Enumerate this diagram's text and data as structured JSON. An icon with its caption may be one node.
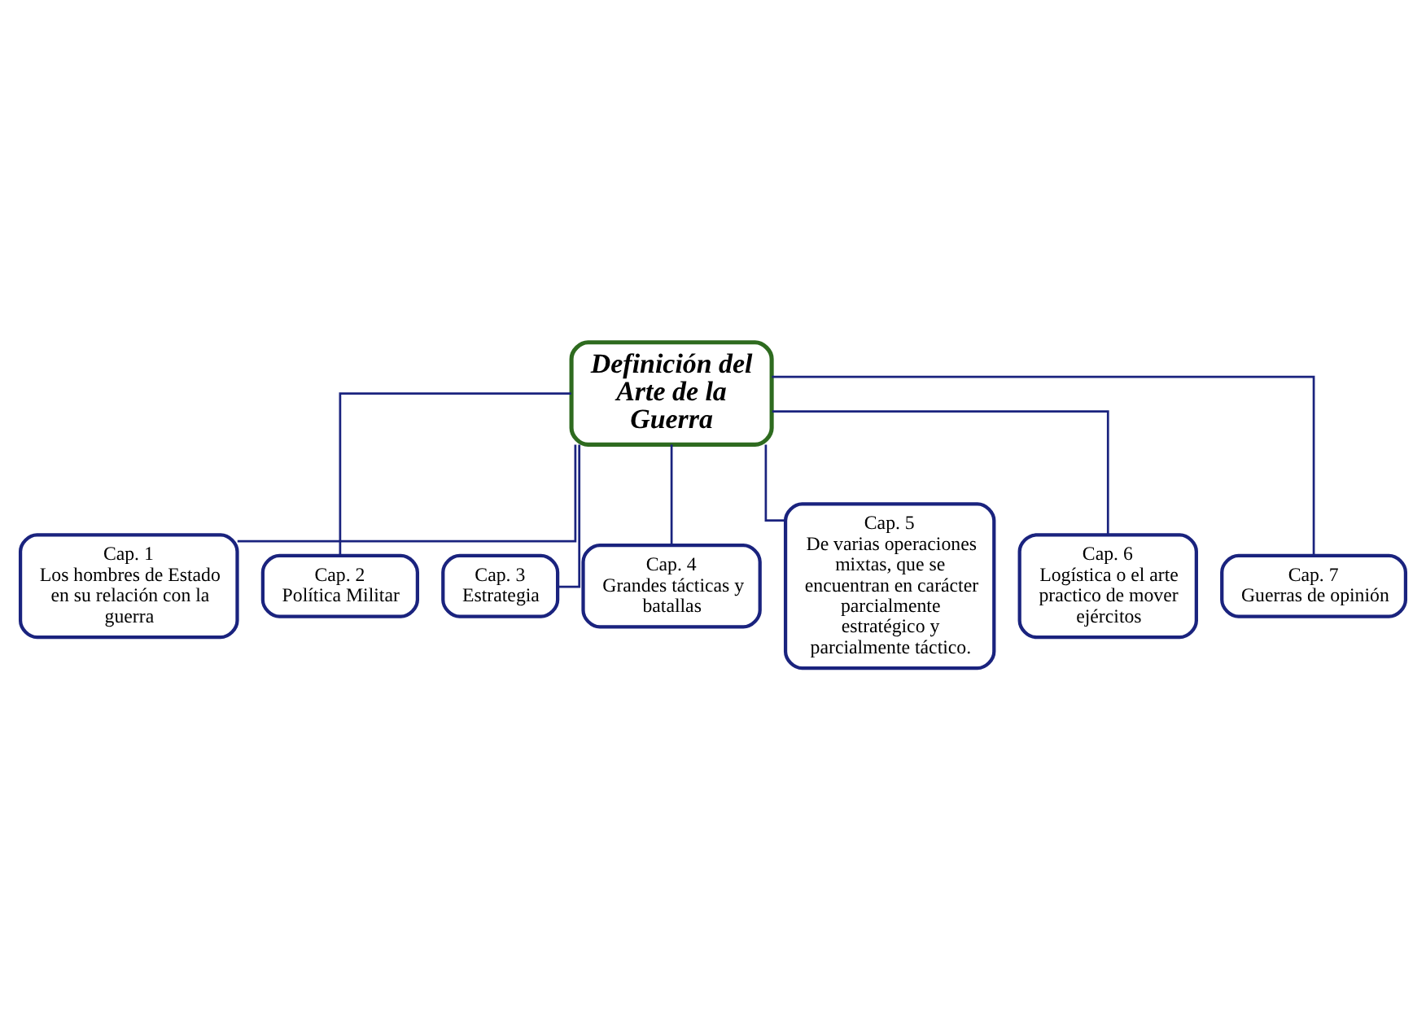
{
  "diagram": {
    "nodes": [
      {
        "text": [
          "Definición del Arte de la Guerra"
        ]
      },
      {
        "text": [
          "Cap. 1",
          "Los hombres de Estado en su relación con la guerra"
        ]
      },
      {
        "text": [
          "Cap. 2",
          "Política Militar"
        ]
      },
      {
        "text": [
          "Cap. 3",
          "Estrategia"
        ]
      },
      {
        "text": [
          "Cap. 4",
          "Grandes tácticas y batallas"
        ]
      },
      {
        "text": [
          "Cap. 5",
          "De varias operaciones mixtas, que se encuentran en carácter parcialmente estratégico y parcialmente táctico."
        ]
      },
      {
        "text": [
          "Cap. 6",
          "Logística o el arte practico de mover ejércitos"
        ]
      },
      {
        "text": [
          "Cap. 7",
          "Guerras de opinión"
        ]
      }
    ],
    "edges": [
      {
        "from": 0,
        "to": 1,
        "arrow": "none"
      },
      {
        "from": 0,
        "to": 2,
        "arrow": "none"
      },
      {
        "from": 0,
        "to": 3,
        "arrow": "none"
      },
      {
        "from": 0,
        "to": 4,
        "arrow": "none"
      },
      {
        "from": 0,
        "to": 5,
        "arrow": "none"
      },
      {
        "from": 0,
        "to": 6,
        "arrow": "none"
      },
      {
        "from": 0,
        "to": 7,
        "arrow": "none"
      }
    ]
  }
}
